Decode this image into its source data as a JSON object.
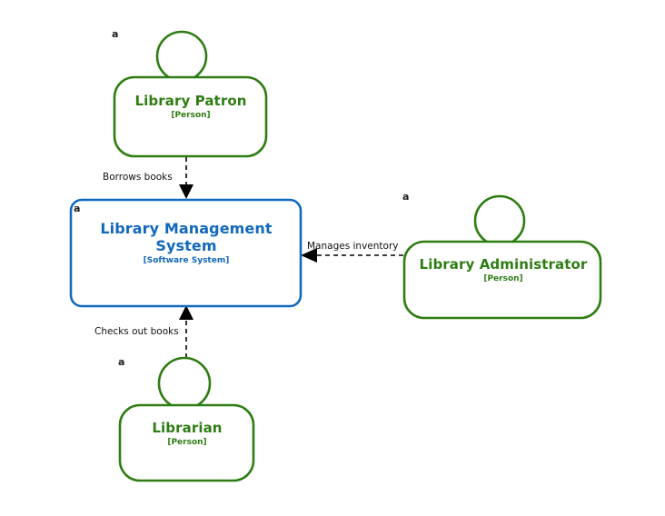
{
  "diagram": {
    "type": "c4-context",
    "colors": {
      "person_stroke": "#2E7D12",
      "person_text": "#2E7D12",
      "system_stroke": "#1168BD",
      "system_text": "#1168BD",
      "edge_stroke": "#000000",
      "label_text": "#111111",
      "marker_text": "#1a1a1a",
      "background": "#ffffff"
    },
    "nodes": [
      {
        "id": "library-patron",
        "kind": "person",
        "title": "Library Patron",
        "subtitle": "[Person]",
        "marker": "a"
      },
      {
        "id": "library-management-system",
        "kind": "software-system",
        "title": "Library Management System",
        "subtitle": "[Software System]",
        "marker": "a"
      },
      {
        "id": "library-administrator",
        "kind": "person",
        "title": "Library Administrator",
        "subtitle": "[Person]",
        "marker": "a"
      },
      {
        "id": "librarian",
        "kind": "person",
        "title": "Librarian",
        "subtitle": "[Person]",
        "marker": "a"
      }
    ],
    "edges": [
      {
        "id": "patron-borrows",
        "from": "library-patron",
        "to": "library-management-system",
        "label": "Borrows books",
        "style": "dashed",
        "direction": "down"
      },
      {
        "id": "admin-manages",
        "from": "library-administrator",
        "to": "library-management-system",
        "label": "Manages inventory",
        "style": "dashed",
        "direction": "left"
      },
      {
        "id": "librarian-checks-out",
        "from": "librarian",
        "to": "library-management-system",
        "label": "Checks out books",
        "style": "dashed",
        "direction": "up"
      }
    ]
  }
}
